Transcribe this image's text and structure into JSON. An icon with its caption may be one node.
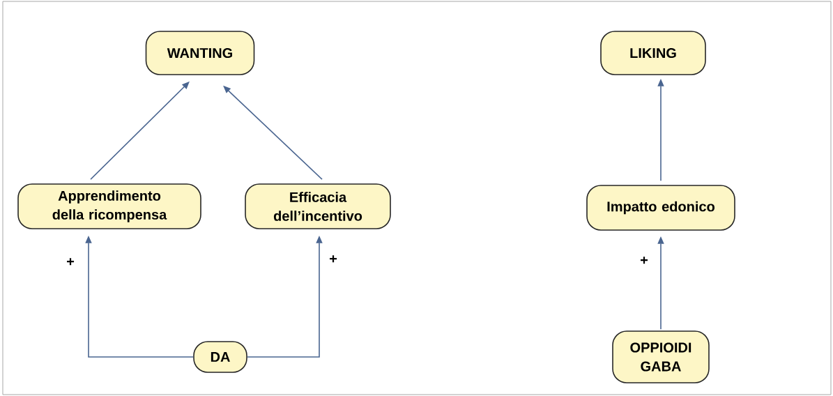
{
  "diagram": {
    "nodes": [
      {
        "text": [
          "WANTING"
        ]
      },
      {
        "text": [
          "Apprendimento della ricompensa"
        ]
      },
      {
        "text": [
          "Efficacia dell’incentivo"
        ]
      },
      {
        "text": [
          "DA"
        ]
      },
      {
        "text": [
          "LIKING"
        ]
      },
      {
        "text": [
          "Impatto edonico"
        ]
      },
      {
        "text": [
          "OPPIOIDI GABA"
        ]
      }
    ],
    "edges": [
      {
        "from": 1,
        "to": 0,
        "arrow": "to"
      },
      {
        "from": 2,
        "to": 0,
        "arrow": "to"
      },
      {
        "from": 3,
        "to": 1,
        "arrow": "to",
        "label": "+"
      },
      {
        "from": 3,
        "to": 2,
        "arrow": "to",
        "label": "+"
      },
      {
        "from": 5,
        "to": 4,
        "arrow": "to"
      },
      {
        "from": 6,
        "to": 5,
        "arrow": "to",
        "label": "+"
      }
    ]
  }
}
